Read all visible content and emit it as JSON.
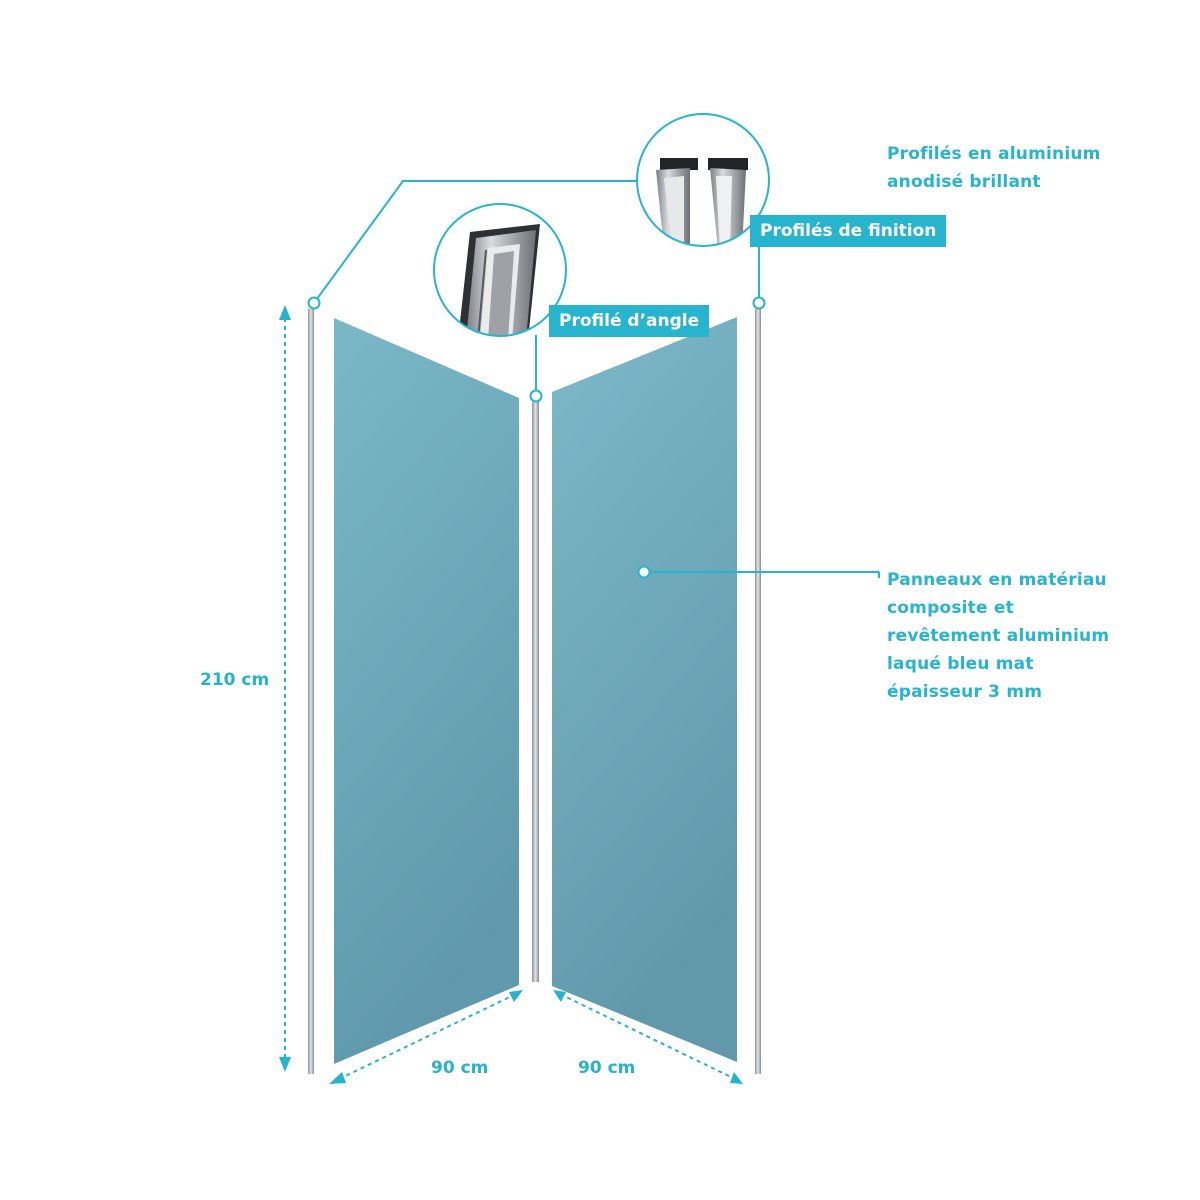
{
  "labels": {
    "finition_callout": "Profilés de finition",
    "angle_callout": "Profilé d’angle",
    "aluminium_note": [
      "Profilés en aluminium",
      "anodisé brillant"
    ],
    "panel_note": [
      "Panneaux en matériau",
      "composite et",
      "revêtement aluminium",
      "laqué bleu mat",
      "épaisseur 3 mm"
    ]
  },
  "dimensions": {
    "height": "210 cm",
    "width_left": "90 cm",
    "width_right": "90 cm"
  },
  "colors": {
    "accent": "#27b4cf",
    "panel_light": "#7bb7c7",
    "panel_dark": "#5f9aab",
    "profile": "#b9bcc0"
  }
}
